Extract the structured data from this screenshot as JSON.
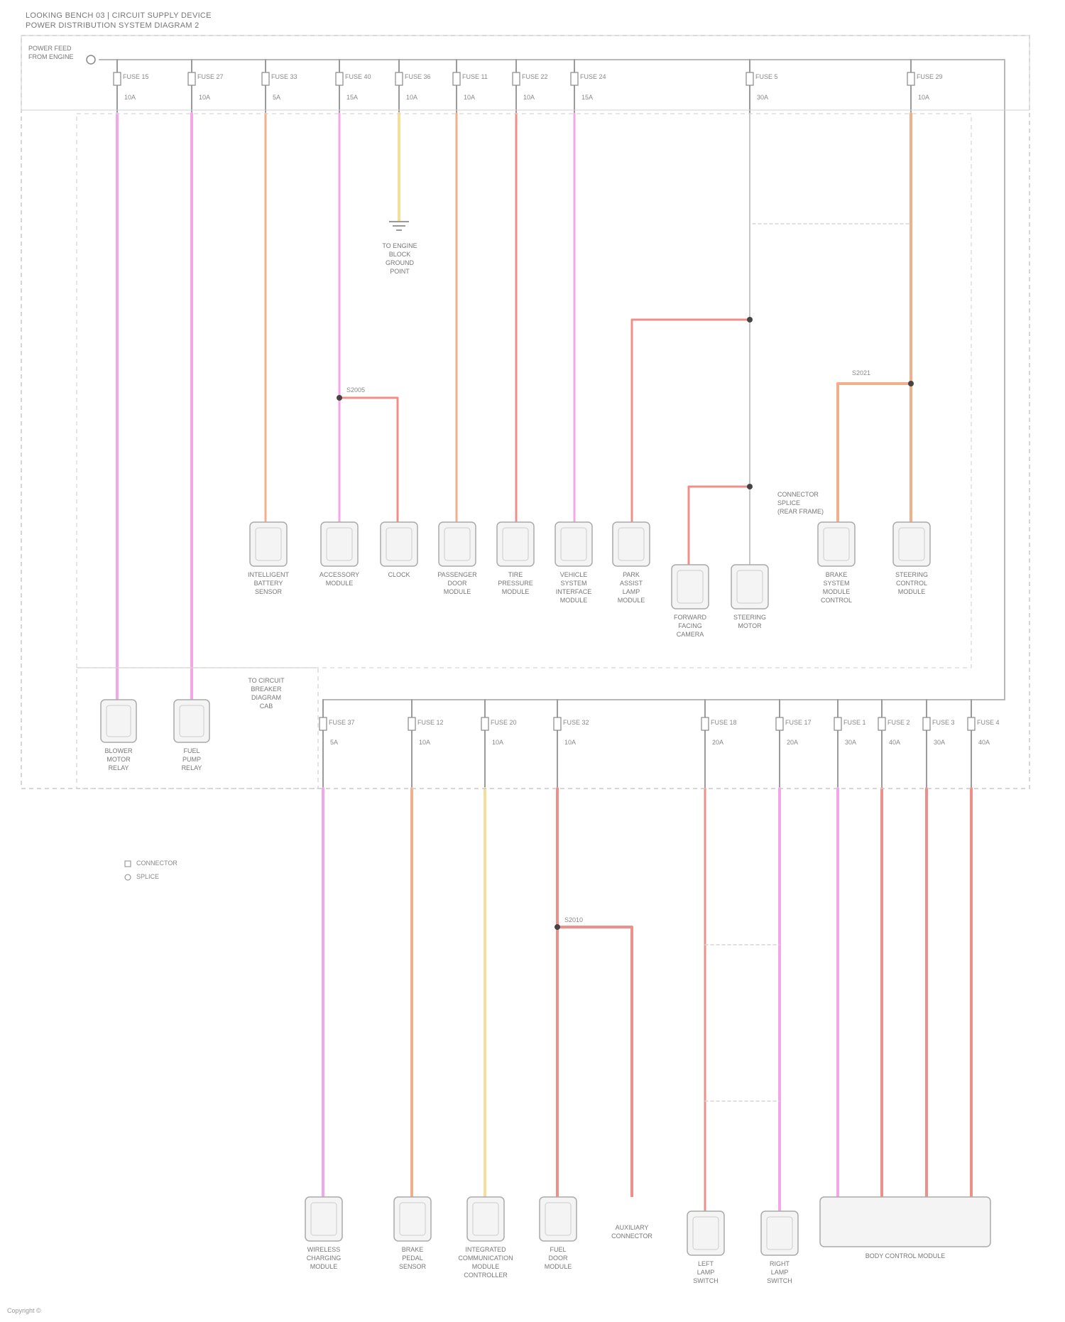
{
  "header": {
    "title_line1": "LOOKING BENCH 03 | CIRCUIT SUPPLY DEVICE",
    "title_line2": "POWER DISTRIBUTION SYSTEM DIAGRAM 2"
  },
  "supply_label": "POWER FEED\nFROM ENGINE",
  "colors": {
    "wire_pink": "#f3a6e8",
    "wire_orange": "#f1b08a",
    "wire_red": "#ef8f8a",
    "wire_yellow": "#f3de9a",
    "frame_dashed": "#c9c9c9",
    "bus": "#b8b8b8",
    "component_fill": "#f4f4f4"
  },
  "top_fuses": [
    {
      "label": "FUSE 15",
      "rating": "10A"
    },
    {
      "label": "FUSE 27",
      "rating": "10A"
    },
    {
      "label": "FUSE 33",
      "rating": "5A"
    },
    {
      "label": "FUSE 40",
      "rating": "15A"
    },
    {
      "label": "FUSE 36",
      "rating": "10A"
    },
    {
      "label": "FUSE 11",
      "rating": "10A"
    },
    {
      "label": "FUSE 22",
      "rating": "10A"
    },
    {
      "label": "FUSE 24",
      "rating": "15A"
    },
    {
      "label": "FUSE 5",
      "rating": "30A"
    },
    {
      "label": "FUSE 29",
      "rating": "10A"
    }
  ],
  "top_components": [
    "INTELLIGENT\nBATTERY\nSENSOR",
    "ACCESSORY\nMODULE",
    "CLOCK",
    "PASSENGER\nDOOR\nMODULE",
    "TIRE\nPRESSURE\nMODULE",
    "VEHICLE\nSYSTEM\nINTERFACE\nMODULE",
    "PARK\nASSIST\nLAMP\nMODULE",
    "FORWARD\nFACING\nCAMERA",
    "STEERING\nMOTOR",
    "BRAKE\nSYSTEM\nMODULE\nCONTROL",
    "STEERING\nCONTROL\nMODULE"
  ],
  "ground_label": "TO ENGINE\nBLOCK\nGROUND\nPOINT",
  "relay_components": [
    "BLOWER\nMOTOR\nRELAY",
    "FUEL\nPUMP\nRELAY"
  ],
  "relay_note": "TO CIRCUIT\nBREAKER\nDIAGRAM\nCAB",
  "bottom_fuses": [
    {
      "label": "FUSE 37",
      "rating": "5A"
    },
    {
      "label": "FUSE 12",
      "rating": "10A"
    },
    {
      "label": "FUSE 20",
      "rating": "10A"
    },
    {
      "label": "FUSE 32",
      "rating": "10A"
    },
    {
      "label": "FUSE 18",
      "rating": "20A"
    },
    {
      "label": "FUSE 17",
      "rating": "20A"
    },
    {
      "label": "FUSE 1",
      "rating": "30A"
    },
    {
      "label": "FUSE 2",
      "rating": "40A"
    },
    {
      "label": "FUSE 3",
      "rating": "30A"
    },
    {
      "label": "FUSE 4",
      "rating": "40A"
    }
  ],
  "bottom_components": [
    "WIRELESS\nCHARGING\nMODULE",
    "BRAKE\nPEDAL\nSENSOR",
    "INTEGRATED\nCOMMUNICATION\nMODULE\nCONTROLLER",
    "FUEL\nDOOR\nMODULE",
    "AUXILIARY\nCONNECTOR",
    "LEFT\nLAMP\nSWITCH",
    "RIGHT\nLAMP\nSWITCH",
    "BODY CONTROL MODULE"
  ],
  "legend": [
    "CONNECTOR",
    "SPLICE"
  ],
  "splice_labels": [
    "S2005",
    "S2010",
    "S2021"
  ],
  "note_right": "CONNECTOR\nSPLICE\n(REAR FRAME)",
  "footer": "Copyright ©"
}
